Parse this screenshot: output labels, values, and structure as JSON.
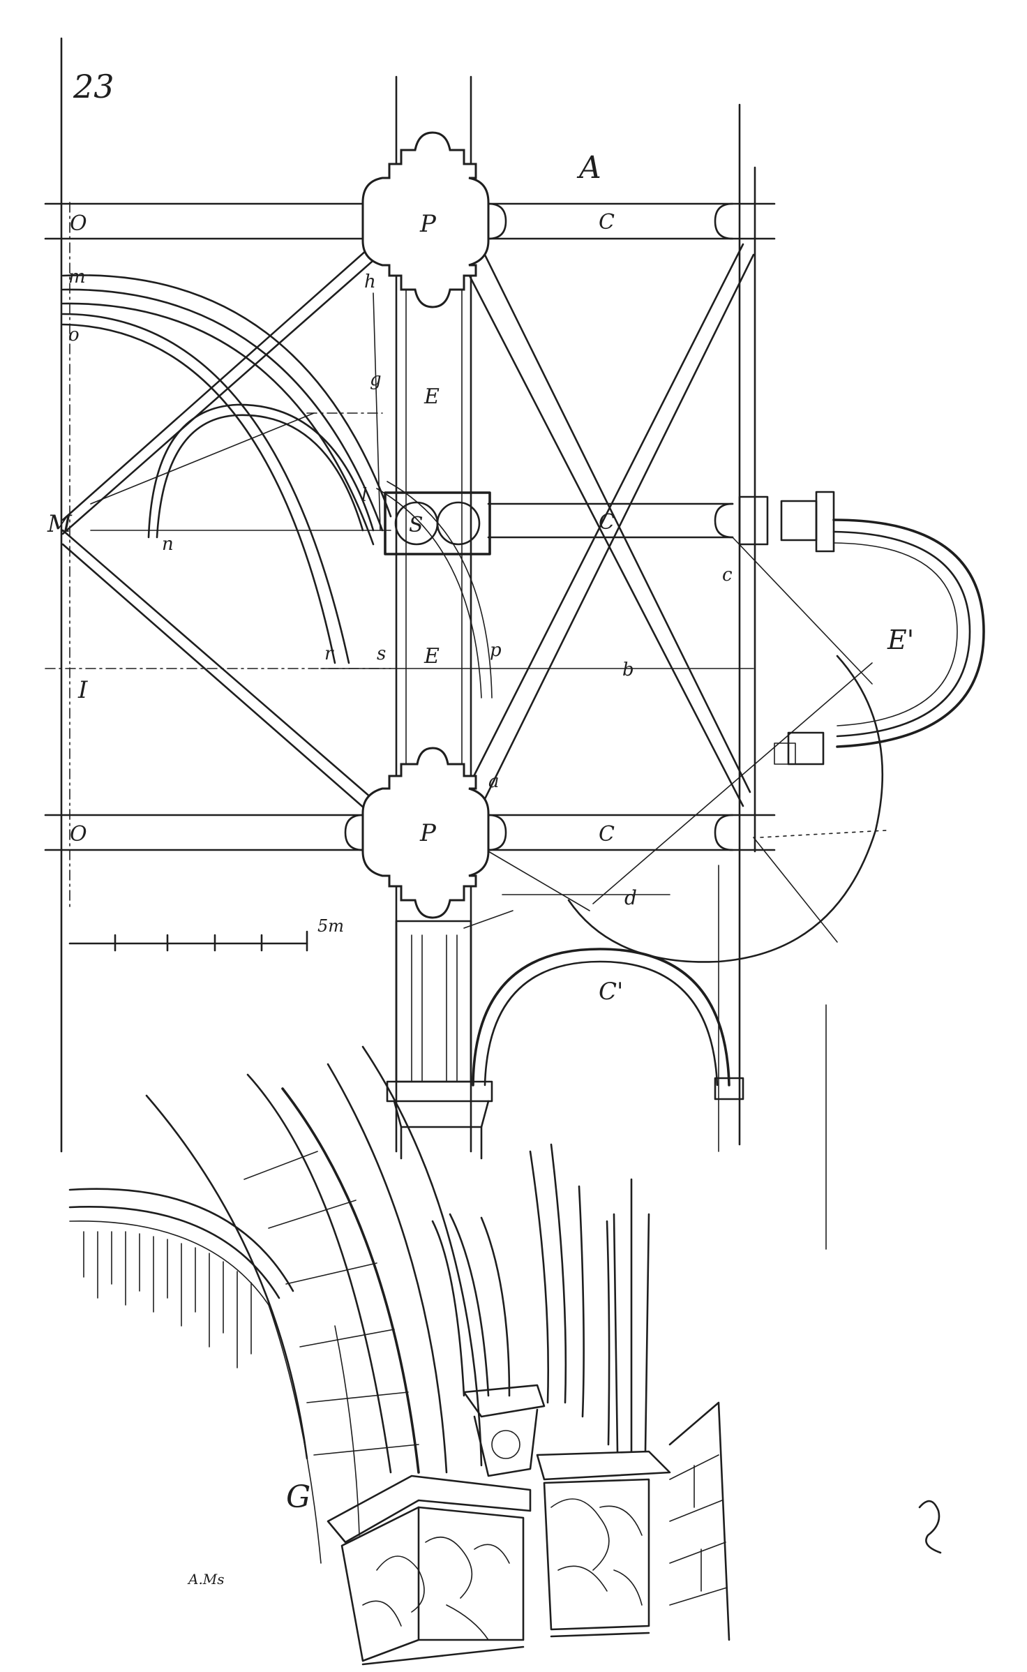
{
  "plate_number": "23",
  "labels": {
    "a": "A",
    "p_top": "P",
    "p_bottom": "P",
    "o_top": "O",
    "o_bottom": "O",
    "c_top": "C",
    "c_mid": "C",
    "c_bottom": "C",
    "c_prime": "C'",
    "e_upper": "E",
    "e_lower": "E",
    "e_prime": "E'",
    "s": "S",
    "m_left": "M",
    "i_left": "I",
    "g_bottom": "G",
    "m": "m",
    "o_small": "o",
    "h": "h",
    "g_small": "g",
    "l": "l",
    "n": "n",
    "r": "r",
    "s_small": "s",
    "p_small": "p",
    "b": "b",
    "c_small": "c",
    "a_small": "a",
    "d": "d",
    "scale_unit": "5m"
  },
  "signature": "A.Ms"
}
